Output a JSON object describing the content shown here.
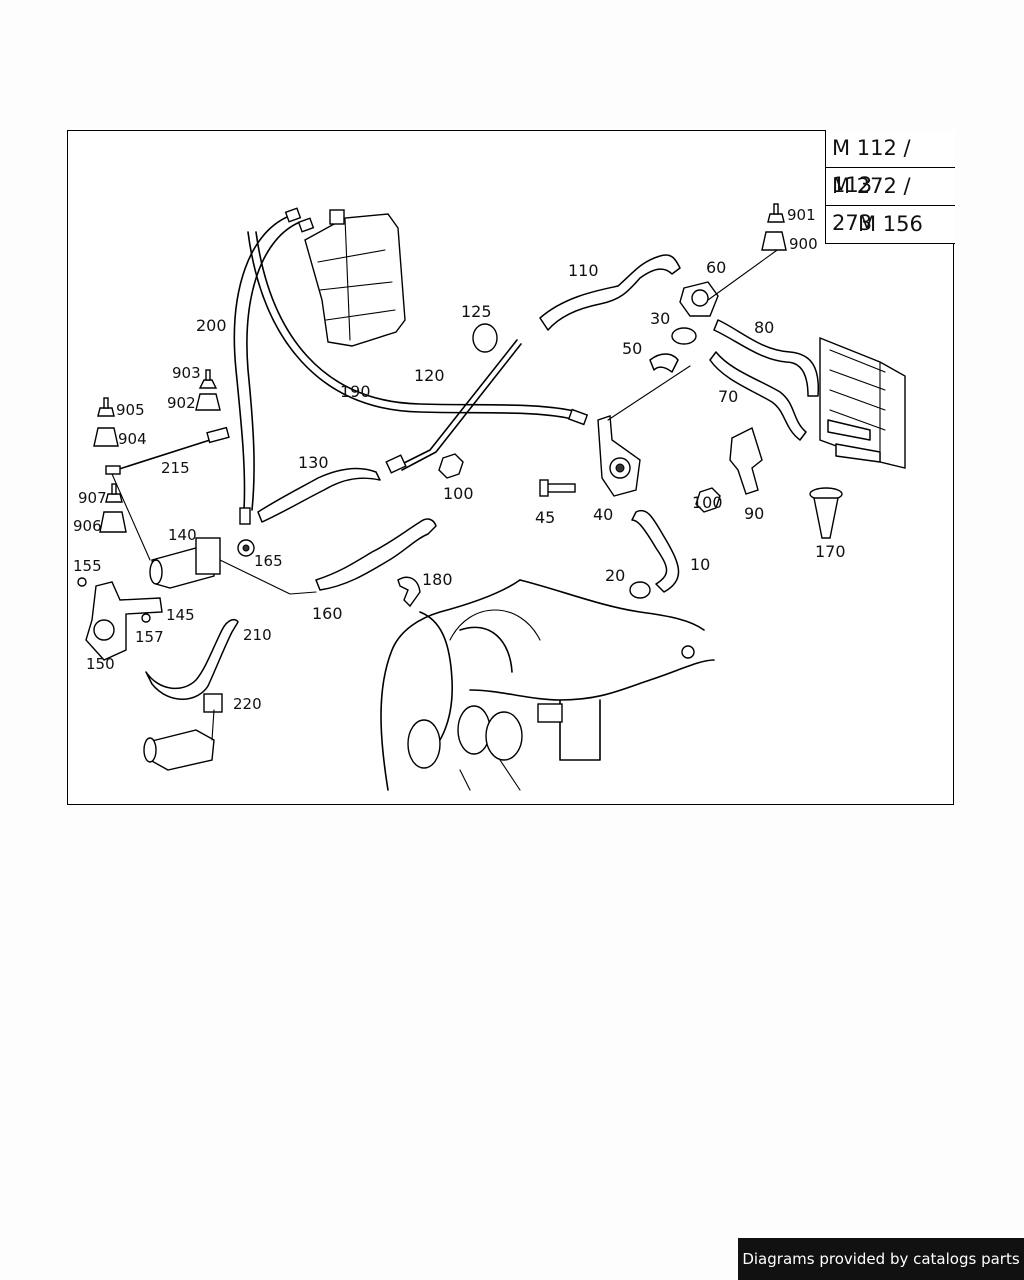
{
  "models": [
    "M 112 / 113",
    "M 272 / 273",
    "M 156"
  ],
  "callouts": {
    "c10": "10",
    "c20": "20",
    "c30": "30",
    "c40": "40",
    "c45": "45",
    "c50": "50",
    "c60": "60",
    "c70": "70",
    "c80": "80",
    "c90": "90",
    "c100a": "100",
    "c100b": "100",
    "c110": "110",
    "c120": "120",
    "c125": "125",
    "c130": "130",
    "c140": "140",
    "c145": "145",
    "c150": "150",
    "c155": "155",
    "c157": "157",
    "c160": "160",
    "c165": "165",
    "c170": "170",
    "c180": "180",
    "c190": "190",
    "c200": "200",
    "c210": "210",
    "c215": "215",
    "c220": "220",
    "c900": "900",
    "c901": "901",
    "c902": "902",
    "c903": "903",
    "c904": "904",
    "c905": "905",
    "c906": "906",
    "c907": "907"
  },
  "footer": "Diagrams provided by catalogs parts"
}
